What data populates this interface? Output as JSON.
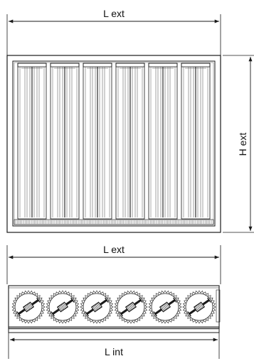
{
  "front_view": {
    "width_label": "L ext",
    "height_label": "H ext",
    "blade_count": 6
  },
  "bottom_view": {
    "outer_width_label": "L ext",
    "inner_width_label": "L int",
    "gear_count": 6
  },
  "colors": {
    "line": "#1a1a1a",
    "stroke_fine": "#555555",
    "background": "#ffffff"
  }
}
